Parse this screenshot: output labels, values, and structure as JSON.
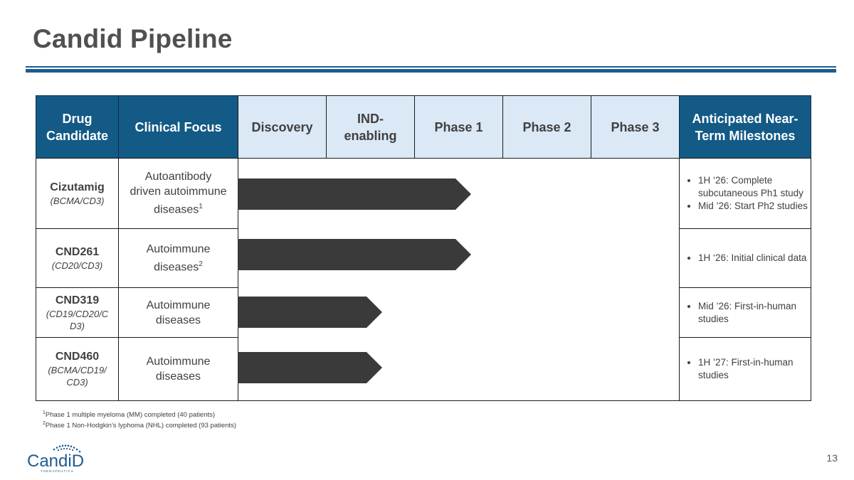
{
  "slide": {
    "title": "Candid Pipeline",
    "page_number": "13"
  },
  "table": {
    "headers": {
      "drug_line1": "Drug",
      "drug_line2": "Candidate",
      "clinical_focus": "Clinical Focus",
      "discovery": "Discovery",
      "ind_line1": "IND-",
      "ind_line2": "enabling",
      "phase1": "Phase 1",
      "phase2": "Phase 2",
      "phase3": "Phase 3",
      "milestones_line1": "Anticipated Near-",
      "milestones_line2": "Term Milestones"
    },
    "rows": [
      {
        "name": "Cizutamig",
        "target": "(BCMA/CD3)",
        "focus_line1": "Autoantibody",
        "focus_line2": "driven autoimmune",
        "focus_line3": "diseases",
        "focus_sup": "1",
        "progress_stage": "Phase 1",
        "milestones": [
          "1H ‘26: Complete subcutaneous Ph1 study",
          "Mid ’26:  Start Ph2 studies"
        ]
      },
      {
        "name": "CND261",
        "target": "(CD20/CD3)",
        "focus_line1": "Autoimmune",
        "focus_line2": "diseases",
        "focus_sup": "2",
        "progress_stage": "Phase 1",
        "milestones": [
          "1H ‘26: Initial clinical data"
        ]
      },
      {
        "name": "CND319",
        "target_line1": "(CD19/CD20/C",
        "target_line2": "D3)",
        "focus_line1": "Autoimmune",
        "focus_line2": "diseases",
        "progress_stage": "IND-enabling",
        "milestones": [
          "Mid ’26: First-in-human studies"
        ]
      },
      {
        "name": "CND460",
        "target_line1": "(BCMA/CD19/",
        "target_line2": "CD3)",
        "focus_line1": "Autoimmune",
        "focus_line2": "diseases",
        "progress_stage": "IND-enabling",
        "milestones": [
          "1H ’27: First-in-human studies"
        ]
      }
    ]
  },
  "footnotes": [
    {
      "mark": "1",
      "text": "Phase 1 multiple myeloma (MM) completed (40 patients)"
    },
    {
      "mark": "2",
      "text": "Phase 1 Non-Hodgkin’s lyphoma  (NHL) completed (93 patients)"
    }
  ],
  "logo": {
    "text": "CandiD",
    "subtext": "THERAPEUTICS"
  },
  "colors": {
    "header_dark": "#135a86",
    "header_light": "#dbe8f6",
    "arrow": "#3a3a3a",
    "rule": "#1f5b8e"
  }
}
